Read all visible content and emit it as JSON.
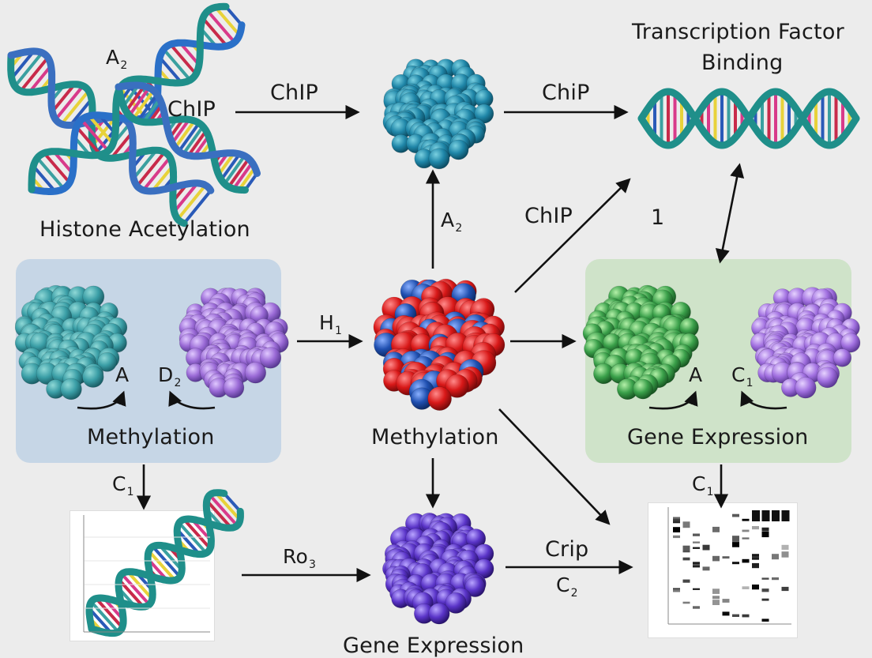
{
  "labels": {
    "histone_acetylation": "Histone Acetylation",
    "tf_binding_line1": "Transcription Factor",
    "tf_binding_line2": "Binding",
    "a2_top": "A",
    "a2_top_sub": "2",
    "chip_topleft": "ChIP",
    "chip_top_arrow": "ChIP",
    "chip_top_right": "ChiP",
    "chip_diag": "ChIP",
    "a2_center": "A",
    "a2_center_sub": "2",
    "num_1": "1",
    "h1": "H",
    "h1_sub": "1",
    "left_a": "A",
    "left_d2": "D",
    "left_d2_sub": "2",
    "methylation_left": "Methylation",
    "methylation_center": "Methylation",
    "right_a": "A",
    "right_c1": "C",
    "right_c1_sub": "1",
    "gene_expression_right": "Gene Expression",
    "c1_left": "C",
    "c1_left_sub": "1",
    "c1_right": "C",
    "c1_right_sub": "1",
    "ro3": "Ro",
    "ro3_sub": "3",
    "crip": "Crip",
    "c2": "C",
    "c2_sub": "2",
    "gene_expression_bottom": "Gene Expression"
  },
  "colors": {
    "teal_cluster": "#1f7f9f",
    "teal_light": "#3aa0a8",
    "purple_light": "#9a6ad6",
    "red_cluster": "#d81818",
    "blue_core": "#1f4fb0",
    "green_cluster": "#3aa04a",
    "violet_cluster": "#5a34c8",
    "dna_teal": "#1f8f8a",
    "dna_blue": "#3a6fc0"
  },
  "icons": [
    "dna-helix-icon",
    "molecule-cluster-icon",
    "arrow-icon",
    "bar-chart-thumbnail-icon",
    "line-chart-thumbnail-icon"
  ]
}
